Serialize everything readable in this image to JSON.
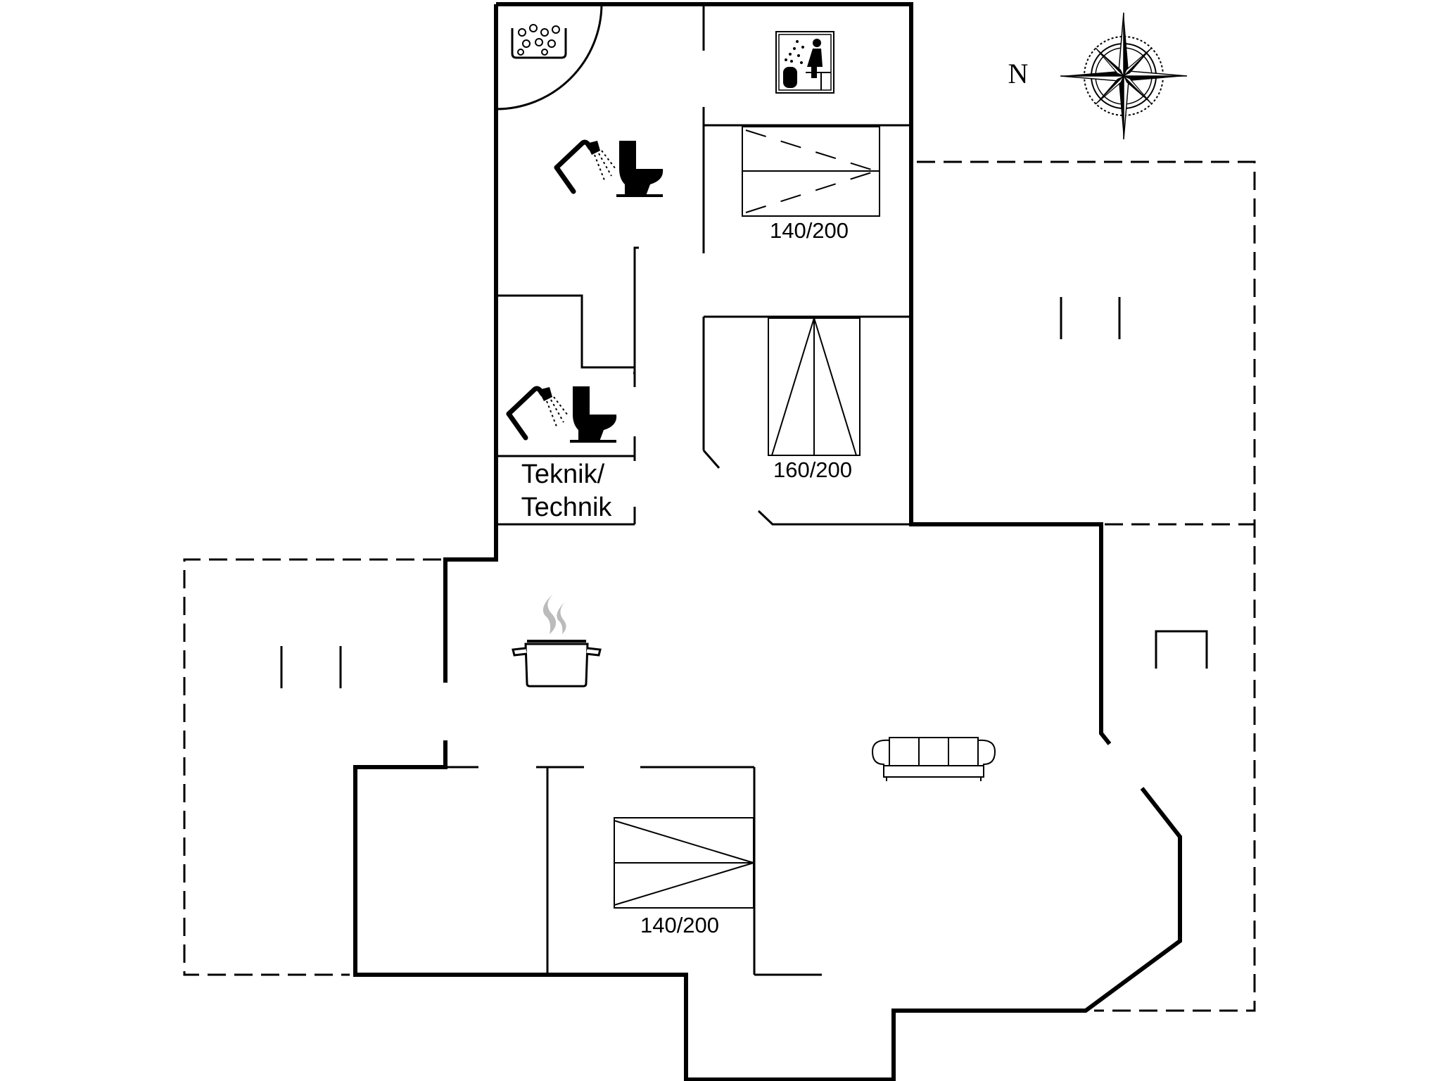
{
  "plan": {
    "compass_label": "N",
    "rooms": {
      "bed_north": {
        "label": "140/200"
      },
      "bed_middle": {
        "label": "160/200"
      },
      "bed_south": {
        "label": "140/200"
      },
      "technik": {
        "label_line1": "Teknik/",
        "label_line2": "Technik"
      }
    },
    "icons": [
      "whirlpool-icon",
      "sauna-icon",
      "shower-icon",
      "toilet-icon",
      "cooking-pot-icon",
      "sofa-icon",
      "compass-rose-icon"
    ]
  }
}
